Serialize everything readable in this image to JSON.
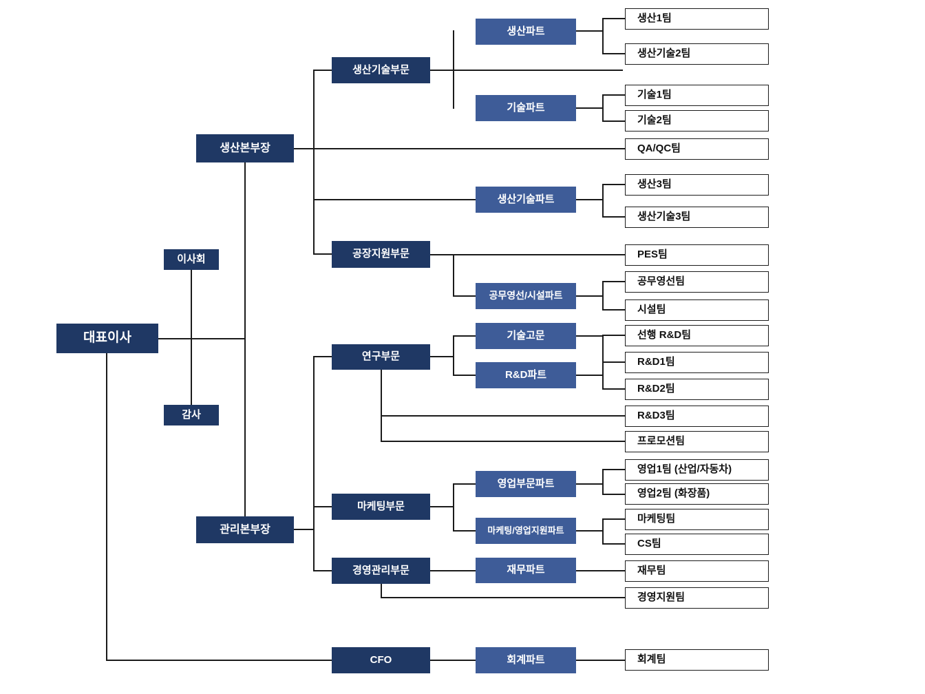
{
  "diagram": {
    "type": "organization-chart",
    "colors": {
      "executive_box": "#1f3864",
      "part_box": "#3e5c98",
      "team_box_bg": "#ffffff",
      "team_box_border": "#1a1a1a",
      "line": "#1a1a1a",
      "text_on_dark": "#ffffff",
      "text_on_white": "#111111"
    }
  },
  "nodes": {
    "ceo": {
      "label": "대표이사"
    },
    "board": {
      "label": "이사회"
    },
    "auditor": {
      "label": "감사"
    },
    "production_hq": {
      "label": "생산본부장"
    },
    "admin_hq": {
      "label": "관리본부장"
    },
    "cfo": {
      "label": "CFO"
    },
    "production_tech_division": {
      "label": "생산기술부문"
    },
    "plant_support_division": {
      "label": "공장지원부문"
    },
    "research_division": {
      "label": "연구부문"
    },
    "marketing_division": {
      "label": "마케팅부문"
    },
    "management_division": {
      "label": "경영관리부문"
    },
    "production_part": {
      "label": "생산파트"
    },
    "tech_part": {
      "label": "기술파트"
    },
    "production_tech_part": {
      "label": "생산기술파트"
    },
    "utilities_part": {
      "label": "공무영선/시설파트"
    },
    "tech_advisor": {
      "label": "기술고문"
    },
    "rnd_part": {
      "label": "R&D파트"
    },
    "sales_part": {
      "label": "영업부문파트"
    },
    "marketing_support_part": {
      "label": "마케팅/영업지원파트"
    },
    "finance_part": {
      "label": "재무파트"
    },
    "accounting_part": {
      "label": "회계파트"
    },
    "team_prod1": {
      "label": "생산1팀"
    },
    "team_prodtech2": {
      "label": "생산기술2팀"
    },
    "team_tech1": {
      "label": "기술1팀"
    },
    "team_tech2": {
      "label": "기술2팀"
    },
    "team_qaqc": {
      "label": "QA/QC팀"
    },
    "team_prod3": {
      "label": "생산3팀"
    },
    "team_prodtech3": {
      "label": "생산기술3팀"
    },
    "team_pes": {
      "label": "PES팀"
    },
    "team_utilities": {
      "label": "공무영선팀"
    },
    "team_facilities": {
      "label": "시설팀"
    },
    "team_adv_rnd": {
      "label": "선행 R&D팀"
    },
    "team_rnd1": {
      "label": "R&D1팀"
    },
    "team_rnd2": {
      "label": "R&D2팀"
    },
    "team_rnd3": {
      "label": "R&D3팀"
    },
    "team_promotion": {
      "label": "프로모션팀"
    },
    "team_sales1": {
      "label": "영업1팀 (산업/자동차)"
    },
    "team_sales2": {
      "label": "영업2팀 (화장품)"
    },
    "team_marketing": {
      "label": "마케팅팀"
    },
    "team_cs": {
      "label": "CS팀"
    },
    "team_finance": {
      "label": "재무팀"
    },
    "team_mgmt_support": {
      "label": "경영지원팀"
    },
    "team_accounting": {
      "label": "회계팀"
    }
  },
  "edges": [
    [
      "ceo",
      "board"
    ],
    [
      "ceo",
      "auditor"
    ],
    [
      "ceo",
      "production_hq"
    ],
    [
      "ceo",
      "admin_hq"
    ],
    [
      "ceo",
      "cfo"
    ],
    [
      "production_hq",
      "production_tech_division"
    ],
    [
      "production_hq",
      "team_qaqc"
    ],
    [
      "production_hq",
      "production_tech_part"
    ],
    [
      "production_hq",
      "plant_support_division"
    ],
    [
      "production_tech_division",
      "production_part"
    ],
    [
      "production_tech_division",
      "tech_part"
    ],
    [
      "production_part",
      "team_prod1"
    ],
    [
      "production_part",
      "team_prodtech2"
    ],
    [
      "tech_part",
      "team_tech1"
    ],
    [
      "tech_part",
      "team_tech2"
    ],
    [
      "production_tech_part",
      "team_prod3"
    ],
    [
      "production_tech_part",
      "team_prodtech3"
    ],
    [
      "plant_support_division",
      "team_pes"
    ],
    [
      "plant_support_division",
      "utilities_part"
    ],
    [
      "utilities_part",
      "team_utilities"
    ],
    [
      "utilities_part",
      "team_facilities"
    ],
    [
      "admin_hq",
      "research_division"
    ],
    [
      "admin_hq",
      "marketing_division"
    ],
    [
      "admin_hq",
      "management_division"
    ],
    [
      "research_division",
      "tech_advisor"
    ],
    [
      "research_division",
      "rnd_part"
    ],
    [
      "research_division",
      "team_rnd3"
    ],
    [
      "research_division",
      "team_promotion"
    ],
    [
      "tech_advisor",
      "team_adv_rnd"
    ],
    [
      "rnd_part",
      "team_rnd1"
    ],
    [
      "rnd_part",
      "team_rnd2"
    ],
    [
      "marketing_division",
      "sales_part"
    ],
    [
      "marketing_division",
      "marketing_support_part"
    ],
    [
      "sales_part",
      "team_sales1"
    ],
    [
      "sales_part",
      "team_sales2"
    ],
    [
      "marketing_support_part",
      "team_marketing"
    ],
    [
      "marketing_support_part",
      "team_cs"
    ],
    [
      "management_division",
      "finance_part"
    ],
    [
      "management_division",
      "team_mgmt_support"
    ],
    [
      "finance_part",
      "team_finance"
    ],
    [
      "cfo",
      "accounting_part"
    ],
    [
      "accounting_part",
      "team_accounting"
    ]
  ],
  "connectors": [
    [
      230,
      491,
      125,
      2
    ],
    [
      277,
      392,
      2,
      196
    ],
    [
      355,
      236,
      2,
      514
    ],
    [
      154,
      513,
      2,
      447
    ],
    [
      155,
      958,
      327,
      2
    ],
    [
      427,
      215,
      481,
      2
    ],
    [
      455,
      101,
      2,
      269
    ],
    [
      455,
      101,
      27,
      2
    ],
    [
      625,
      101,
      280,
      2
    ],
    [
      658,
      44,
      2,
      114
    ],
    [
      837,
      44,
      38,
      2
    ],
    [
      875,
      26,
      2,
      53
    ],
    [
      875,
      26,
      33,
      2
    ],
    [
      875,
      77,
      33,
      2
    ],
    [
      837,
      156,
      38,
      2
    ],
    [
      875,
      137,
      2,
      40
    ],
    [
      875,
      137,
      33,
      2
    ],
    [
      875,
      175,
      33,
      2
    ],
    [
      455,
      289,
      236,
      2
    ],
    [
      837,
      289,
      38,
      2
    ],
    [
      875,
      267,
      2,
      49
    ],
    [
      875,
      267,
      33,
      2
    ],
    [
      875,
      314,
      33,
      2
    ],
    [
      455,
      368,
      27,
      2
    ],
    [
      625,
      369,
      283,
      2
    ],
    [
      658,
      369,
      2,
      62
    ],
    [
      658,
      429,
      33,
      2
    ],
    [
      837,
      429,
      38,
      2
    ],
    [
      875,
      408,
      2,
      43
    ],
    [
      875,
      408,
      33,
      2
    ],
    [
      875,
      449,
      33,
      2
    ],
    [
      427,
      768,
      28,
      2
    ],
    [
      455,
      517,
      2,
      313
    ],
    [
      455,
      517,
      27,
      2
    ],
    [
      455,
      735,
      27,
      2
    ],
    [
      455,
      828,
      27,
      2
    ],
    [
      625,
      517,
      33,
      2
    ],
    [
      658,
      487,
      2,
      59
    ],
    [
      658,
      487,
      33,
      2
    ],
    [
      658,
      544,
      33,
      2
    ],
    [
      837,
      487,
      38,
      2
    ],
    [
      875,
      486,
      2,
      80
    ],
    [
      875,
      486,
      33,
      2
    ],
    [
      837,
      544,
      38,
      2
    ],
    [
      875,
      525,
      33,
      2
    ],
    [
      875,
      564,
      33,
      2
    ],
    [
      553,
      537,
      2,
      105
    ],
    [
      553,
      603,
      355,
      2
    ],
    [
      553,
      640,
      355,
      2
    ],
    [
      625,
      735,
      33,
      2
    ],
    [
      658,
      702,
      2,
      70
    ],
    [
      658,
      702,
      33,
      2
    ],
    [
      658,
      770,
      33,
      2
    ],
    [
      837,
      702,
      38,
      2
    ],
    [
      875,
      681,
      2,
      38
    ],
    [
      875,
      681,
      33,
      2
    ],
    [
      875,
      717,
      33,
      2
    ],
    [
      837,
      770,
      38,
      2
    ],
    [
      875,
      753,
      2,
      38
    ],
    [
      875,
      753,
      33,
      2
    ],
    [
      875,
      789,
      33,
      2
    ],
    [
      625,
      828,
      66,
      2
    ],
    [
      837,
      828,
      71,
      2
    ],
    [
      553,
      848,
      2,
      21
    ],
    [
      553,
      867,
      355,
      2
    ],
    [
      625,
      958,
      66,
      2
    ],
    [
      837,
      958,
      71,
      2
    ]
  ]
}
